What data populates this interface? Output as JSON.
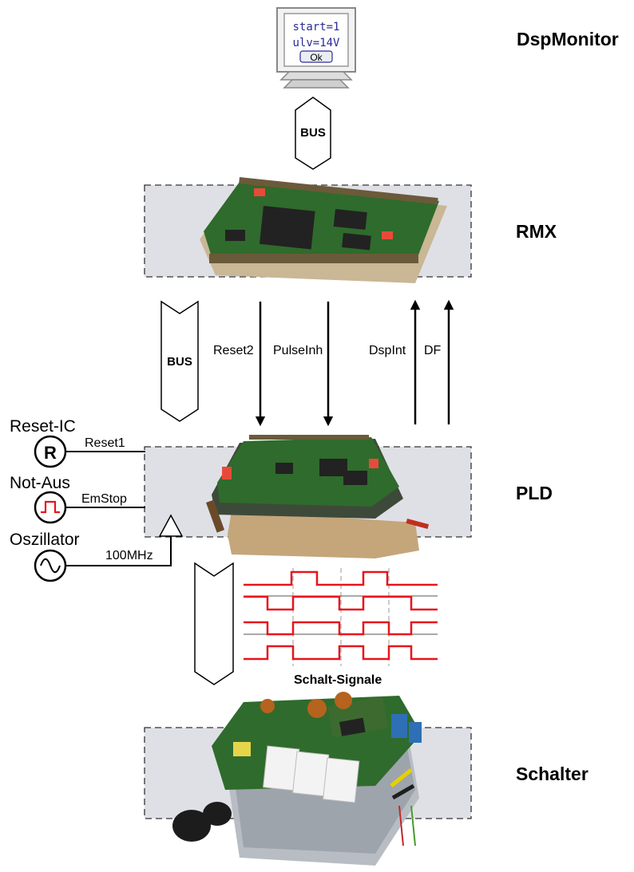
{
  "monitor": {
    "line1": "start=1",
    "line2": "ulv=14V",
    "ok_label": "Ok"
  },
  "stages": {
    "dspmonitor": "DspMonitor",
    "rmx": "RMX",
    "pld": "PLD",
    "schalter": "Schalter"
  },
  "bus_labels": {
    "top": "BUS",
    "middle": "BUS"
  },
  "rmx_signals": {
    "reset2": "Reset2",
    "pulseinh": "PulseInh",
    "dspint": "DspInt",
    "df": "DF"
  },
  "sources": {
    "reset_ic": "Reset-IC",
    "reset_symbol": "R",
    "reset1": "Reset1",
    "not_aus": "Not-Aus",
    "emstop": "EmStop",
    "oszillator": "Oszillator",
    "freq": "100MHz"
  },
  "waveform": {
    "caption": "Schalt-Signale"
  },
  "colors": {
    "signal_red": "#e8141b",
    "stage_band": "#dfe0e6",
    "pcb_green": "#2f6b2c"
  }
}
